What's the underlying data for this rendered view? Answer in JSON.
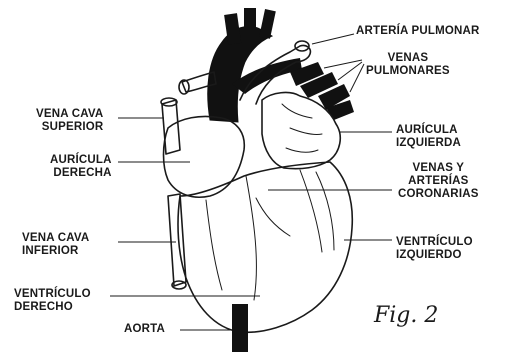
{
  "labels": {
    "arteria_pulmonar": "ARTERÍA PULMONAR",
    "venas_pulmonares": [
      "VENAS",
      "PULMONARES"
    ],
    "vena_cava_superior": [
      "VENA CAVA",
      "SUPERIOR"
    ],
    "auricula_derecha": [
      "AURÍCULA",
      "DERECHA"
    ],
    "auricula_izquierda": [
      "AURÍCULA",
      "IZQUIERDA"
    ],
    "venas_arterias_coronarias": [
      "VENAS Y",
      "ARTERÍAS",
      "CORONARIAS"
    ],
    "vena_cava_inferior": [
      "VENA CAVA",
      "INFERIOR"
    ],
    "ventriculo_izquierdo": [
      "VENTRÍCULO",
      "IZQUIERDO"
    ],
    "ventriculo_derecho": [
      "VENTRÍCULO",
      "DERECHO"
    ],
    "aorta": "AORTA"
  },
  "figure_caption": "Fig. 2",
  "colors": {
    "ink": "#1a1a1a",
    "background": "#ffffff"
  }
}
